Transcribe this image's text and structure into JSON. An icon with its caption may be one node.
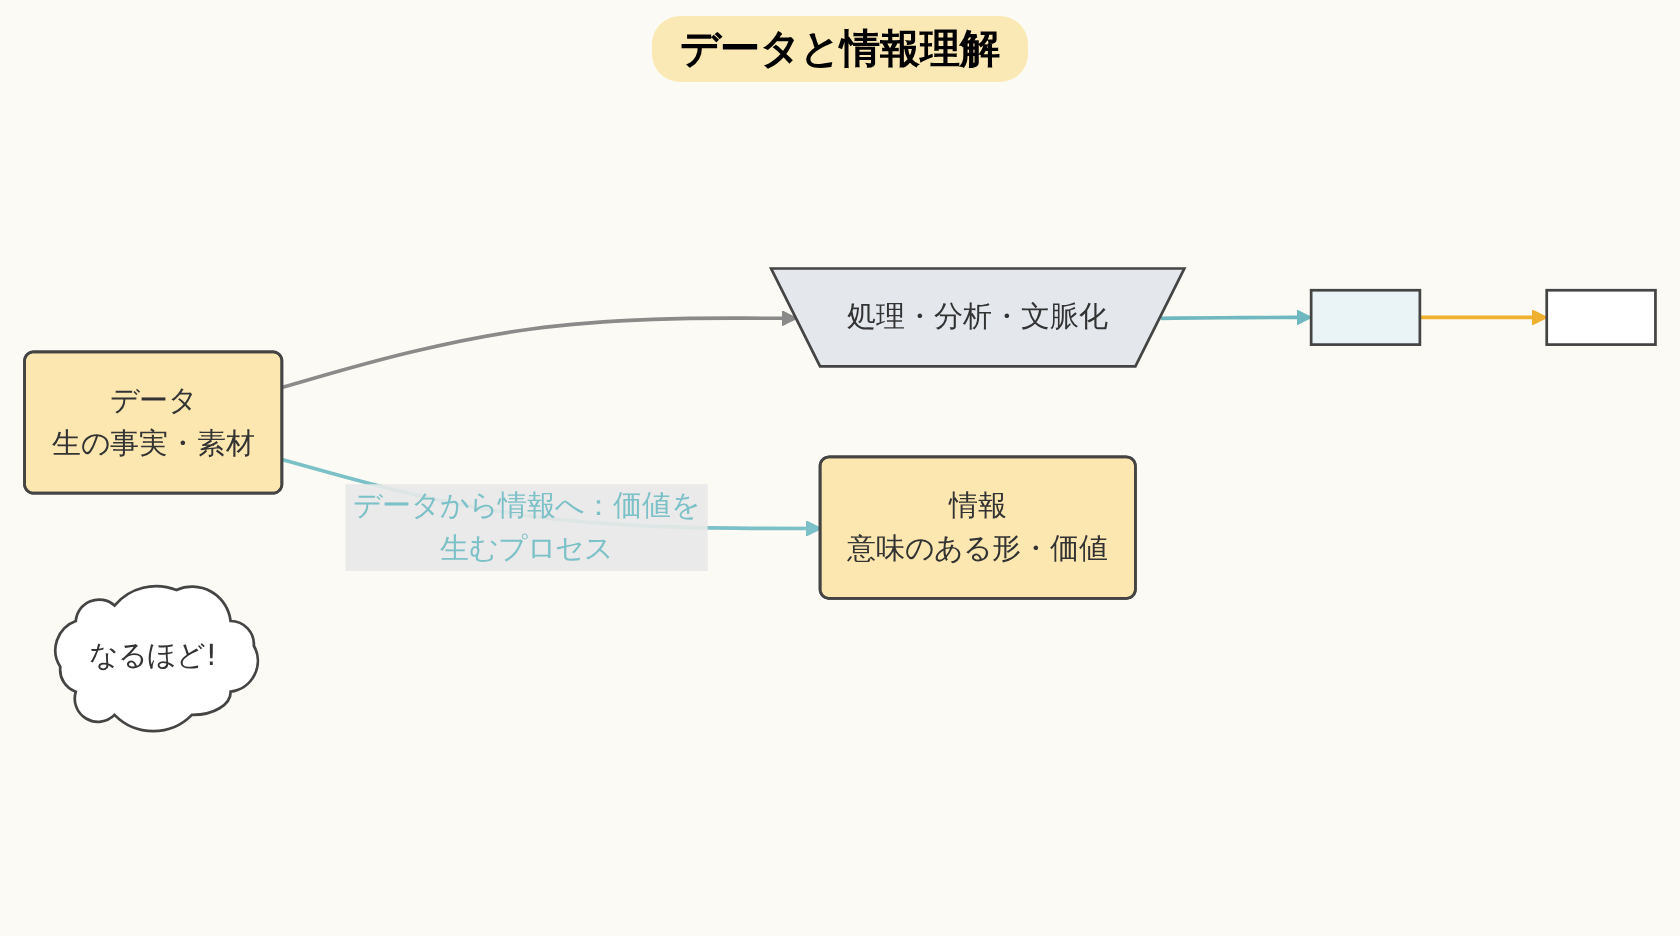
{
  "diagram": {
    "title": "データと情報理解",
    "nodes": [
      {
        "text": [
          "データ",
          "生の事実・素材"
        ]
      },
      {
        "text": [
          "処理・分析・文脈化"
        ]
      },
      {
        "text": [],
        "shape": "box"
      },
      {
        "text": [],
        "shape": "box"
      },
      {
        "text": [
          "なるほど!"
        ]
      },
      {
        "text": [
          "情報",
          "意味のある形・価値"
        ]
      }
    ],
    "edges": [
      {
        "from": 0,
        "to": 1,
        "arrow": "to",
        "color": "#8a8a8a"
      },
      {
        "from": 1,
        "to": 2,
        "arrow": "to",
        "color": "#6fb8c0"
      },
      {
        "from": 2,
        "to": 3,
        "arrow": "to",
        "color": "#f0b030"
      },
      {
        "from": 0,
        "to": 5,
        "label": "データから情報へ：価値を生むプロセス",
        "arrow": "to",
        "color": "#7cc0c8"
      }
    ]
  }
}
